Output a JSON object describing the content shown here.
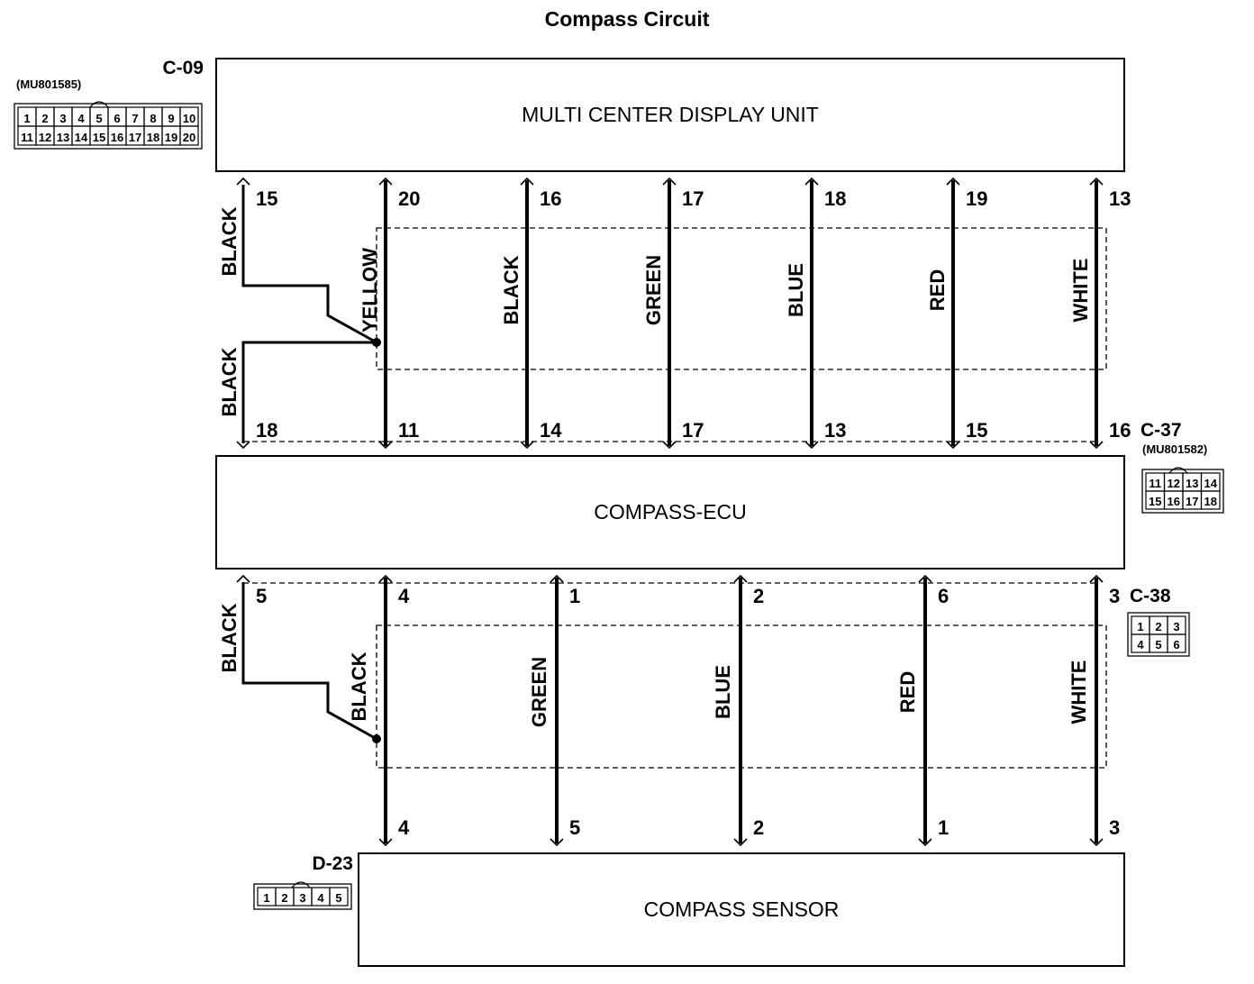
{
  "title": "Compass Circuit",
  "units": {
    "display": "MULTI CENTER DISPLAY UNIT",
    "ecu": "COMPASS-ECU",
    "sensor": "COMPASS SENSOR"
  },
  "connectors": {
    "c09": {
      "id": "C-09",
      "part": "(MU801585)",
      "row1": [
        "1",
        "2",
        "3",
        "4",
        "5",
        "6",
        "7",
        "8",
        "9",
        "10"
      ],
      "row2": [
        "11",
        "12",
        "13",
        "14",
        "15",
        "16",
        "17",
        "18",
        "19",
        "20"
      ]
    },
    "c37": {
      "id": "C-37",
      "part": "(MU801582)",
      "row1": [
        "11",
        "12",
        "13",
        "14"
      ],
      "row2": [
        "15",
        "16",
        "17",
        "18"
      ]
    },
    "c38": {
      "id": "C-38",
      "row1": [
        "1",
        "2",
        "3"
      ],
      "row2": [
        "4",
        "5",
        "6"
      ]
    },
    "d23": {
      "id": "D-23",
      "row1": [
        "1",
        "2",
        "3",
        "4",
        "5"
      ]
    }
  },
  "upper_wires": [
    {
      "color": "BLACK",
      "top_pin": "15",
      "bottom_pin": "18",
      "bottom_color": "BLACK"
    },
    {
      "color": "YELLOW",
      "top_pin": "20",
      "bottom_pin": "11"
    },
    {
      "color": "BLACK",
      "top_pin": "16",
      "bottom_pin": "14"
    },
    {
      "color": "GREEN",
      "top_pin": "17",
      "bottom_pin": "17"
    },
    {
      "color": "BLUE",
      "top_pin": "18",
      "bottom_pin": "13"
    },
    {
      "color": "RED",
      "top_pin": "19",
      "bottom_pin": "15"
    },
    {
      "color": "WHITE",
      "top_pin": "13",
      "bottom_pin": "16"
    }
  ],
  "lower_wires": [
    {
      "color": "BLACK",
      "top_pin": "5"
    },
    {
      "color": "BLACK",
      "top_pin": "4",
      "bottom_pin": "4"
    },
    {
      "color": "GREEN",
      "top_pin": "1",
      "bottom_pin": "5"
    },
    {
      "color": "BLUE",
      "top_pin": "2",
      "bottom_pin": "2"
    },
    {
      "color": "RED",
      "top_pin": "6",
      "bottom_pin": "1"
    },
    {
      "color": "WHITE",
      "top_pin": "3",
      "bottom_pin": "3"
    }
  ]
}
